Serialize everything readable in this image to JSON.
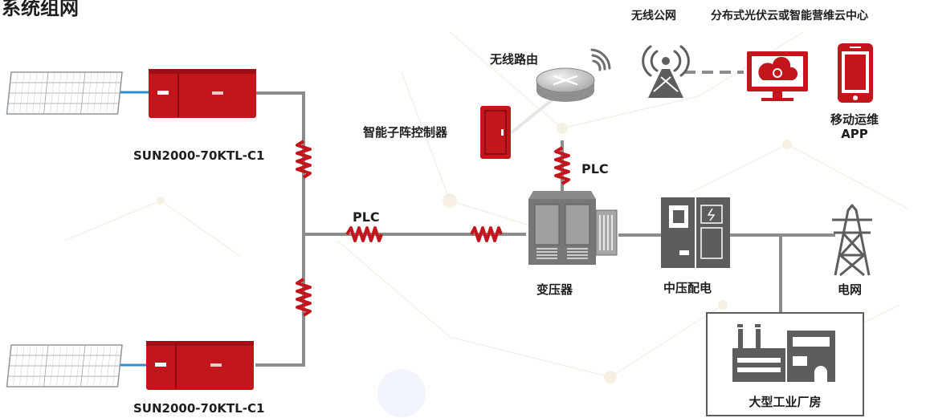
{
  "title": "系统组网",
  "labels": {
    "wireless_public_network": "无线公网",
    "cloud_center": "分布式光伏云或智能营维云中心",
    "wireless_router": "无线路由",
    "smart_array_controller": "智能子阵控制器",
    "mobile_app_line1": "移动运维",
    "mobile_app_line2": "APP",
    "plc_upper": "PLC",
    "plc_middle": "PLC",
    "inverter_top": "SUN2000-70KTL-C1",
    "inverter_bottom": "SUN2000-70KTL-C1",
    "transformer": "变压器",
    "mv_distribution": "中压配电",
    "grid": "电网",
    "factory": "大型工业厂房"
  },
  "colors": {
    "inverter_red": "#c3161c",
    "line_gray": "#8c8c8c",
    "equipment_gray": "#5d5d5d",
    "solar_panel": "#9aa0a6",
    "cable_blue": "#2e8fd0",
    "text": "#1e1e1e"
  },
  "icons": [
    "solar-panel-icon",
    "inverter-icon",
    "router-icon",
    "cell-tower-icon",
    "cloud-monitor-icon",
    "smartphone-icon",
    "controller-icon",
    "transformer-icon",
    "switchgear-icon",
    "transmission-tower-icon",
    "factory-icon",
    "plc-coil-icon"
  ]
}
